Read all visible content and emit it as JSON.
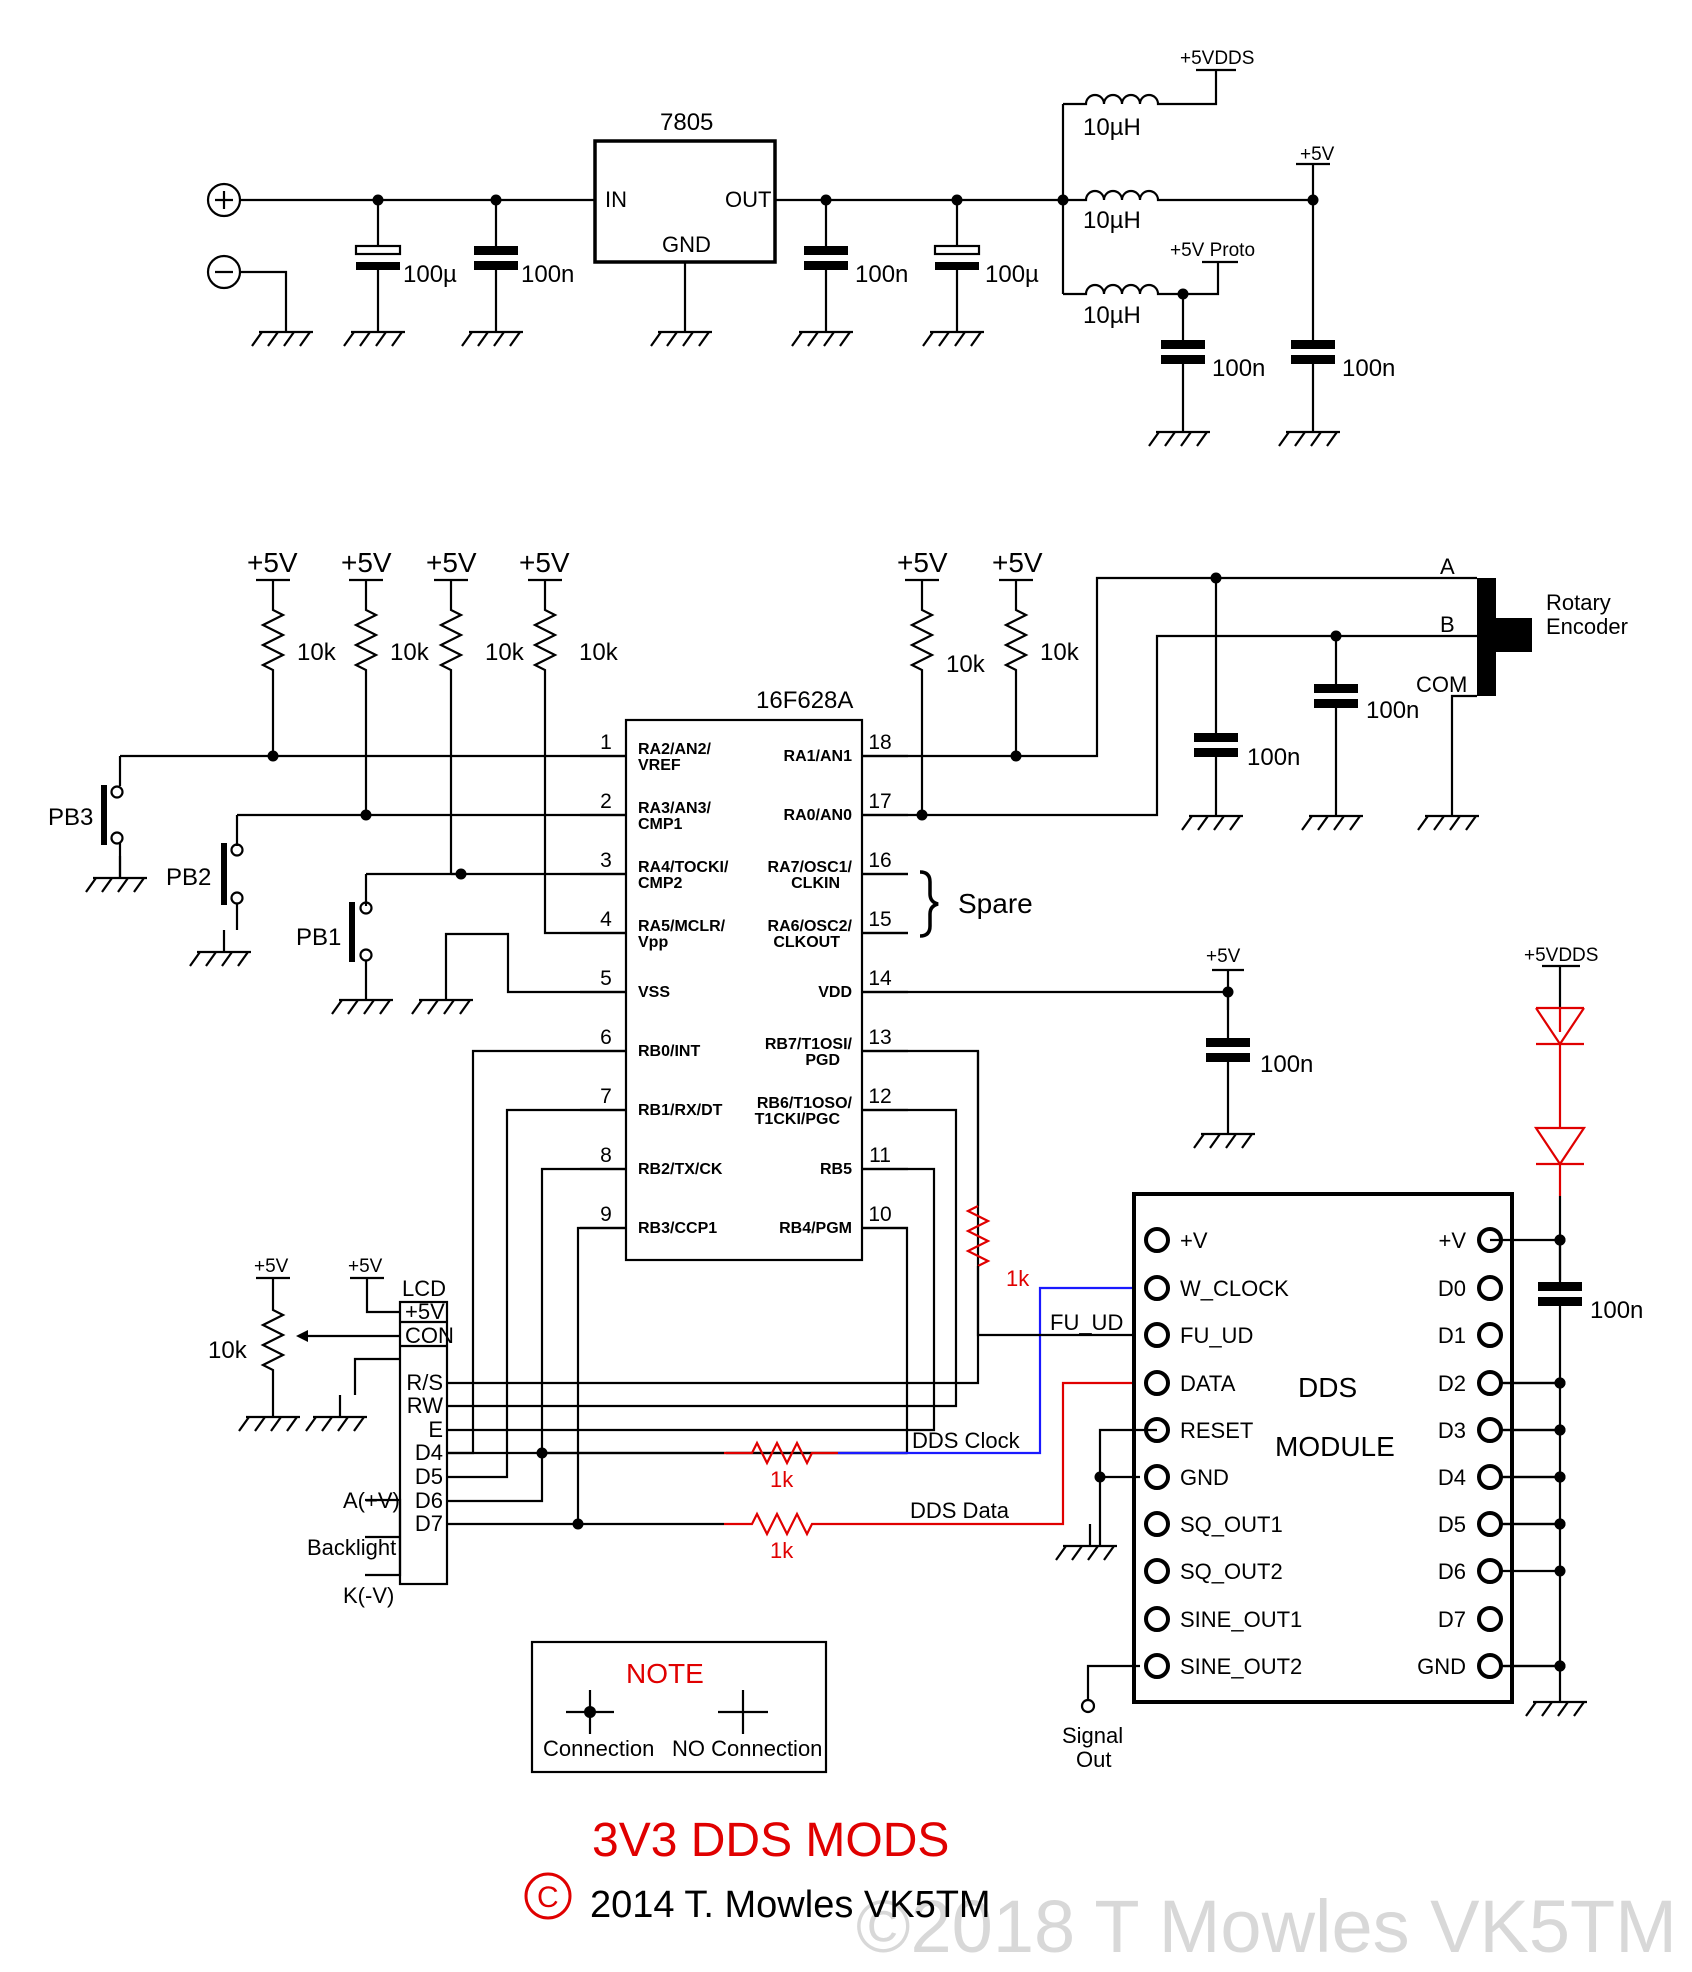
{
  "power": {
    "reg_name": "7805",
    "reg_in": "IN",
    "reg_out": "OUT",
    "reg_gnd": "GND",
    "c1": "100µ",
    "c2": "100n",
    "c3": "100n",
    "c4": "100µ",
    "l1": "10µH",
    "l2": "10µH",
    "l3": "10µH",
    "rail_dds": "+5VDDS",
    "rail_5v": "+5V",
    "rail_proto": "+5V Proto",
    "c5": "100n",
    "c6": "100n"
  },
  "pullups": {
    "supply_label": "+5V",
    "value": "10k"
  },
  "buttons": [
    "PB3",
    "PB2",
    "PB1"
  ],
  "mcu": {
    "name": "16F628A",
    "left_pins": [
      {
        "num": "1",
        "l1": "RA2/AN2/",
        "l2": "VREF"
      },
      {
        "num": "2",
        "l1": "RA3/AN3/",
        "l2": "CMP1"
      },
      {
        "num": "3",
        "l1": "RA4/TOCKI/",
        "l2": "CMP2"
      },
      {
        "num": "4",
        "l1": "RA5/MCLR/",
        "l2": "Vpp"
      },
      {
        "num": "5",
        "l1": "VSS",
        "l2": ""
      },
      {
        "num": "6",
        "l1": "RB0/INT",
        "l2": ""
      },
      {
        "num": "7",
        "l1": "RB1/RX/DT",
        "l2": ""
      },
      {
        "num": "8",
        "l1": "RB2/TX/CK",
        "l2": ""
      },
      {
        "num": "9",
        "l1": "RB3/CCP1",
        "l2": ""
      }
    ],
    "right_pins": [
      {
        "num": "18",
        "l1": "RA1/AN1",
        "l2": ""
      },
      {
        "num": "17",
        "l1": "RA0/AN0",
        "l2": ""
      },
      {
        "num": "16",
        "l1": "RA7/OSC1/",
        "l2": "CLKIN"
      },
      {
        "num": "15",
        "l1": "RA6/OSC2/",
        "l2": "CLKOUT"
      },
      {
        "num": "14",
        "l1": "VDD",
        "l2": ""
      },
      {
        "num": "13",
        "l1": "RB7/T1OSI/",
        "l2": "PGD"
      },
      {
        "num": "12",
        "l1": "RB6/T1OSO/",
        "l2": "T1CKI/PGC"
      },
      {
        "num": "11",
        "l1": "RB5",
        "l2": ""
      },
      {
        "num": "10",
        "l1": "RB4/PGM",
        "l2": ""
      }
    ],
    "spare_label": "Spare",
    "vdd_supply": "+5V",
    "vdd_cap": "100n"
  },
  "encoder": {
    "pin_a": "A",
    "pin_b": "B",
    "pin_com": "COM",
    "title_1": "Rotary",
    "title_2": "Encoder",
    "cap_a": "100n",
    "cap_b": "100n"
  },
  "lcd": {
    "title": "LCD",
    "pins": [
      "+5V",
      "CON",
      "R/S",
      "RW",
      "E",
      "D4",
      "D5",
      "D6",
      "D7"
    ],
    "supply": "+5V",
    "pot_supply": "+5V",
    "pot_value": "10k",
    "backlight_a": "A(+V)",
    "backlight": "Backlight",
    "backlight_k": "K(-V)"
  },
  "dds_links": {
    "clock_r": "1k",
    "clock": "DDS Clock",
    "data_r": "1k",
    "data": "DDS Data",
    "fu_r": "1k",
    "fu": "FU_UD"
  },
  "dds": {
    "title_1": "DDS",
    "title_2": "MODULE",
    "left_pins": [
      "+V",
      "W_CLOCK",
      "FU_UD",
      "DATA",
      "RESET",
      "GND",
      "SQ_OUT1",
      "SQ_OUT2",
      "SINE_OUT1",
      "SINE_OUT2"
    ],
    "right_pins": [
      "+V",
      "D0",
      "D1",
      "D2",
      "D3",
      "D4",
      "D5",
      "D6",
      "D7",
      "GND"
    ],
    "supply": "+5VDDS",
    "supply_cap": "100n",
    "signal_out_1": "Signal",
    "signal_out_2": "Out"
  },
  "note": {
    "title": "NOTE",
    "connection": "Connection",
    "no_connection": "NO Connection"
  },
  "footer": {
    "title": "3V3 DDS MODS",
    "c_symbol": "C",
    "copyright": "2014 T. Mowles VK5TM",
    "watermark": "©2018 T Mowles VK5TM"
  }
}
